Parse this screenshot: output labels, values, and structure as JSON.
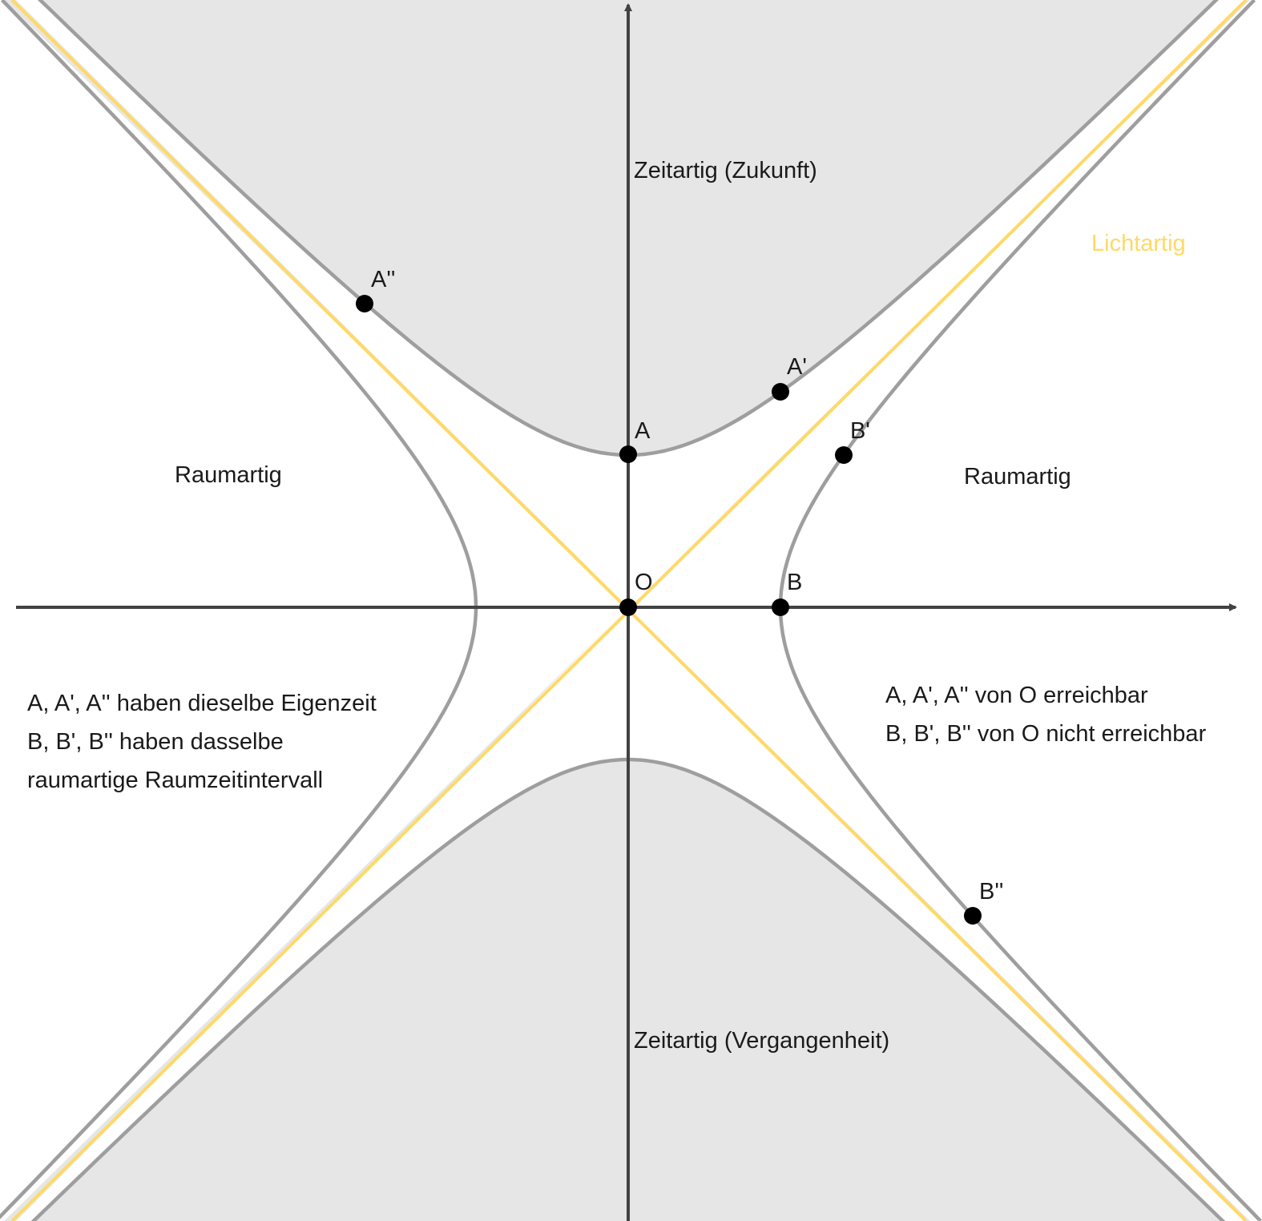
{
  "regions": {
    "timelike_future": "Zeitartig (Zukunft)",
    "timelike_past": "Zeitartig (Vergangenheit)",
    "spacelike_left": "Raumartig",
    "spacelike_right": "Raumartig",
    "lightlike": "Lichtartig"
  },
  "points": {
    "origin": "O",
    "a": "A",
    "a_prime": "A'",
    "a_double_prime": "A''",
    "b": "B",
    "b_prime": "B'",
    "b_double_prime": "B''"
  },
  "notes": {
    "left": [
      "A, A', A'' haben dieselbe Eigenzeit",
      "B, B', B'' haben dasselbe",
      "raumartige Raumzeitintervall"
    ],
    "right": [
      "A, A', A'' von O erreichbar",
      "B, B', B'' von O nicht erreichbar"
    ]
  },
  "colors": {
    "timelike_fill": "#e6e6e6",
    "hyperbola": "#9e9e9e",
    "light_cone": "#ffd966",
    "lightlike_text": "#ffd966",
    "axis": "#424242",
    "point": "#000000"
  }
}
